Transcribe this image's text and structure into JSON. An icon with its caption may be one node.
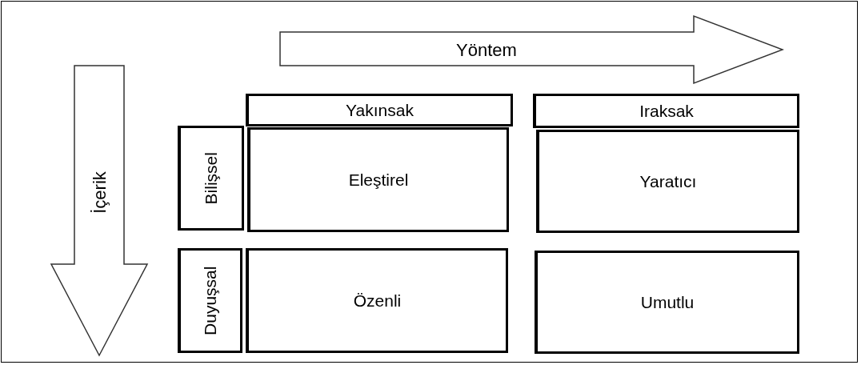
{
  "diagram": {
    "nodes": [
      {
        "text": [
          "Yöntem"
        ]
      },
      {
        "text": [
          "İçerik"
        ]
      },
      {
        "text": [
          "Yakınsak"
        ]
      },
      {
        "text": [
          "Iraksak"
        ]
      },
      {
        "text": [
          "Bilişsel"
        ]
      },
      {
        "text": [
          "Eleştirel"
        ]
      },
      {
        "text": [
          "Yaratıcı"
        ]
      },
      {
        "text": [
          "Duyuşsal"
        ]
      },
      {
        "text": [
          "Özenli"
        ]
      },
      {
        "text": [
          "Umutlu"
        ]
      }
    ]
  }
}
